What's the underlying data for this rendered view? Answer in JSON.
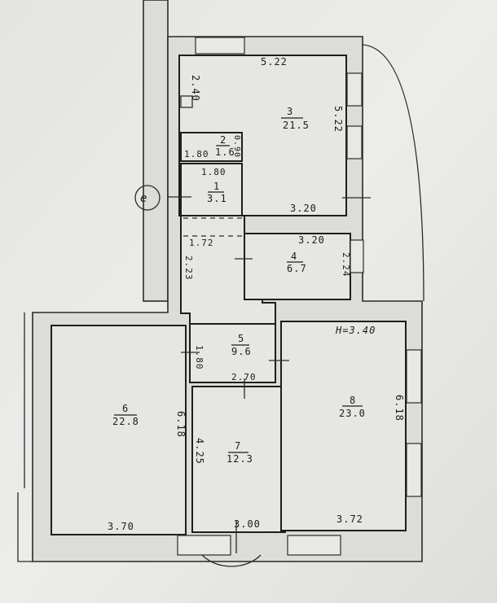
{
  "plan": {
    "height_note": "H=3.40",
    "marker": "e",
    "rooms": [
      {
        "number": "1",
        "area": "3.1",
        "dims": [
          "1.80"
        ]
      },
      {
        "number": "2",
        "area": "1.6",
        "dims": [
          "1.80",
          "0.90"
        ]
      },
      {
        "number": "3",
        "area": "21.5",
        "dims": [
          "5.22",
          "2.40",
          "5.22",
          "3.20"
        ]
      },
      {
        "number": "4",
        "area": "6.7",
        "dims": [
          "3.20",
          "2.24"
        ]
      },
      {
        "number": "5",
        "area": "9.6",
        "dims": [
          "1.80",
          "2.70"
        ]
      },
      {
        "number": "6",
        "area": "22.8",
        "dims": [
          "6.18",
          "3.70"
        ]
      },
      {
        "number": "7",
        "area": "12.3",
        "dims": [
          "4.25",
          "3.00"
        ]
      },
      {
        "number": "8",
        "area": "23.0",
        "dims": [
          "6.18",
          "3.72"
        ]
      }
    ],
    "corridor": {
      "dims": [
        "1.72",
        "2.23"
      ]
    }
  }
}
